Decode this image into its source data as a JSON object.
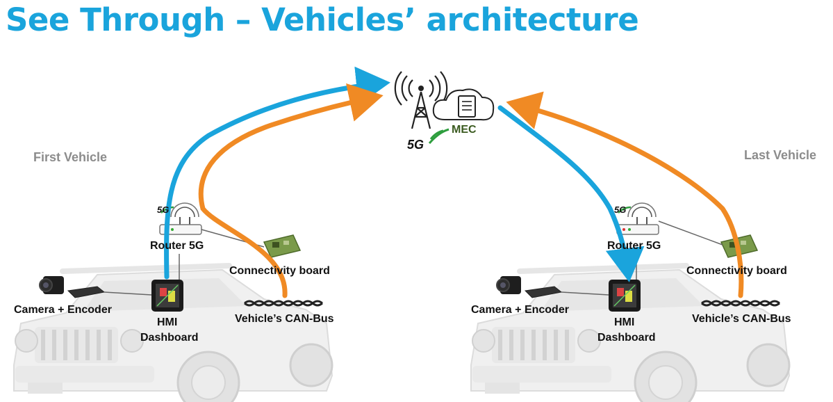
{
  "title": "See Through – Vehicles’ architecture",
  "network": {
    "tower_label": "5G",
    "mec_label": "MEC"
  },
  "first_vehicle": {
    "heading": "First Vehicle",
    "router_label": "Router 5G",
    "router_badge": "5G",
    "connectivity_label": "Connectivity board",
    "camera_label": "Camera + Encoder",
    "hmi_label_1": "HMI",
    "hmi_label_2": "Dashboard",
    "canbus_label": "Vehicle’s CAN-Bus"
  },
  "last_vehicle": {
    "heading": "Last Vehicle",
    "router_label": "Router 5G",
    "router_badge": "5G",
    "connectivity_label": "Connectivity board",
    "camera_label": "Camera + Encoder",
    "hmi_label_1": "HMI",
    "hmi_label_2": "Dashboard",
    "canbus_label": "Vehicle’s CAN-Bus"
  },
  "colors": {
    "title": "#1aa4dc",
    "blue_flow": "#1aa4dc",
    "orange_flow": "#f08a24"
  }
}
